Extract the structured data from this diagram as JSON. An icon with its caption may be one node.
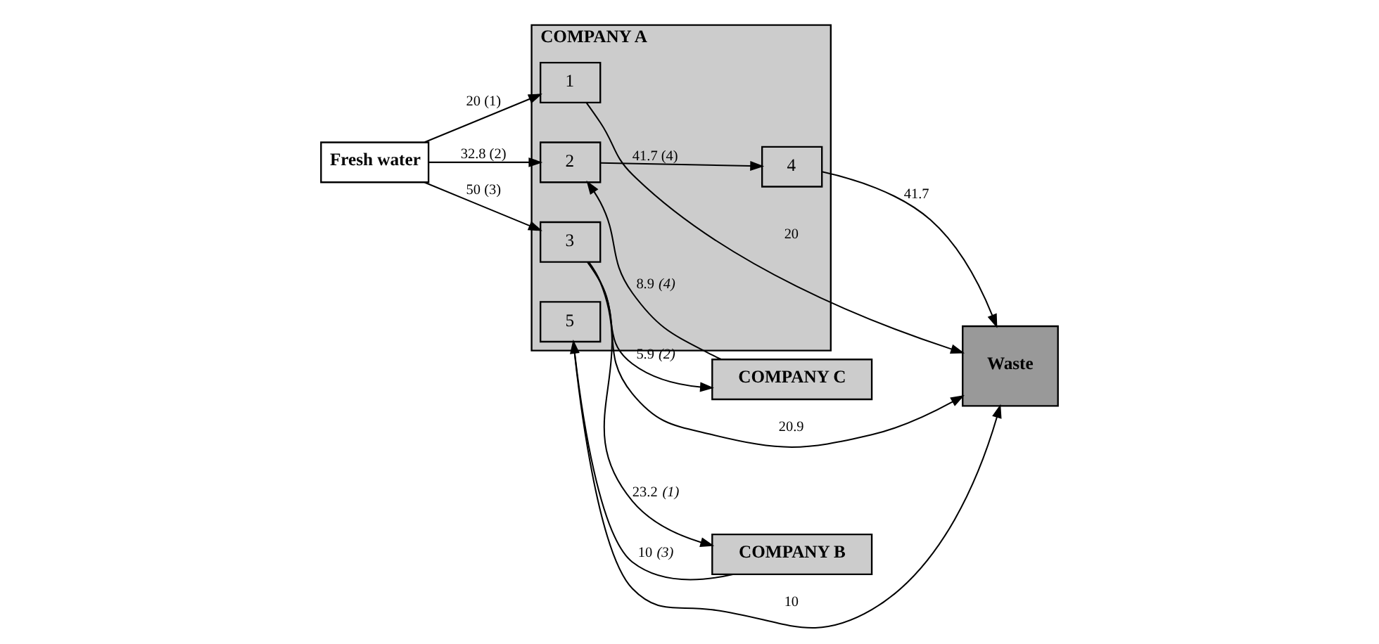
{
  "diagram": {
    "nodes": [
      {
        "text": [
          "Fresh water"
        ]
      },
      {
        "text": [
          "COMPANY A"
        ]
      },
      {
        "text": [
          "1"
        ],
        "in": 1
      },
      {
        "text": [
          "2"
        ],
        "in": 1
      },
      {
        "text": [
          "3"
        ],
        "in": 1
      },
      {
        "text": [
          "4"
        ],
        "in": 1
      },
      {
        "text": [
          "5"
        ],
        "in": 1
      },
      {
        "text": [
          "Waste"
        ]
      },
      {
        "text": [
          "COMPANY B"
        ]
      },
      {
        "text": [
          "COMPANY C"
        ]
      }
    ],
    "edges": [
      {
        "from": 0,
        "to": 2,
        "arrow": "to",
        "label": "20 (1)"
      },
      {
        "from": 0,
        "to": 3,
        "arrow": "to",
        "label": "32.8 (2)"
      },
      {
        "from": 0,
        "to": 4,
        "arrow": "to",
        "label": "50 (3)"
      },
      {
        "from": 2,
        "to": 7,
        "arrow": "to",
        "label": "20"
      },
      {
        "from": 3,
        "to": 5,
        "arrow": "to",
        "label": "41.7 (4)"
      },
      {
        "from": 5,
        "to": 7,
        "arrow": "to",
        "label": "41.7"
      },
      {
        "from": 4,
        "to": 7,
        "arrow": "to",
        "label": "20.9"
      },
      {
        "from": 6,
        "to": 7,
        "arrow": "to",
        "label": "10"
      },
      {
        "from": 4,
        "to": 8,
        "arrow": "to",
        "label": "23.2 *(1)*"
      },
      {
        "from": 4,
        "to": 9,
        "arrow": "to",
        "label": "5.9 *(2)*"
      },
      {
        "from": 8,
        "to": 6,
        "arrow": "to",
        "label": "10 *(3)*"
      },
      {
        "from": 9,
        "to": 3,
        "arrow": "to",
        "label": "8.9 *(4)*"
      }
    ]
  }
}
